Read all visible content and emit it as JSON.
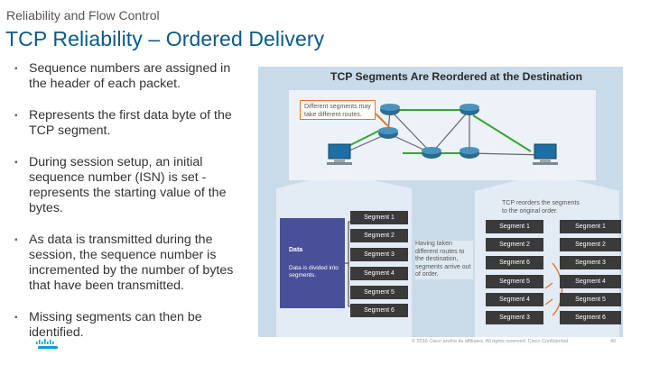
{
  "header": {
    "section": "Reliability and Flow Control",
    "title": "TCP Reliability – Ordered Delivery"
  },
  "bullets": [
    "Sequence numbers are assigned in the header of each packet.",
    "Represents the first data byte of the TCP segment.",
    "During session setup, an initial sequence number (ISN) is set - represents the starting value of the bytes.",
    "As data is transmitted during the session, the sequence number is incremented by the number of bytes that have been transmitted.",
    "Missing segments can then be identified."
  ],
  "figure": {
    "title": "TCP Segments Are Reordered at the Destination",
    "callout_routes": "Different segments may take different routes.",
    "callout_reorder": "TCP reorders the segments to the original order.",
    "callout_taking": "Having taken different routes to the destination, segments arrive out of order.",
    "data_label": "Data",
    "data_desc": "Data is divided into segments.",
    "left_segments": [
      "Segment 1",
      "Segment 2",
      "Segment 3",
      "Segment 4",
      "Segment 5",
      "Segment 6"
    ],
    "arrived_segments": [
      "Segment 1",
      "Segment 2",
      "Segment 6",
      "Segment 5",
      "Segment 4",
      "Segment 3"
    ],
    "ordered_segments": [
      "Segment 1",
      "Segment 2",
      "Segment 3",
      "Segment 4",
      "Segment 5",
      "Segment 6"
    ]
  },
  "footer": {
    "copyright": "© 2016 Cisco and/or its affiliates. All rights reserved. Cisco Confidential",
    "page": "40"
  },
  "colors": {
    "title_blue": "#0a5a8a",
    "accent_orange": "#e8762b",
    "route_green": "#3aa335",
    "data_purple": "#4a4f9a",
    "cisco_blue": "#049fd9"
  }
}
